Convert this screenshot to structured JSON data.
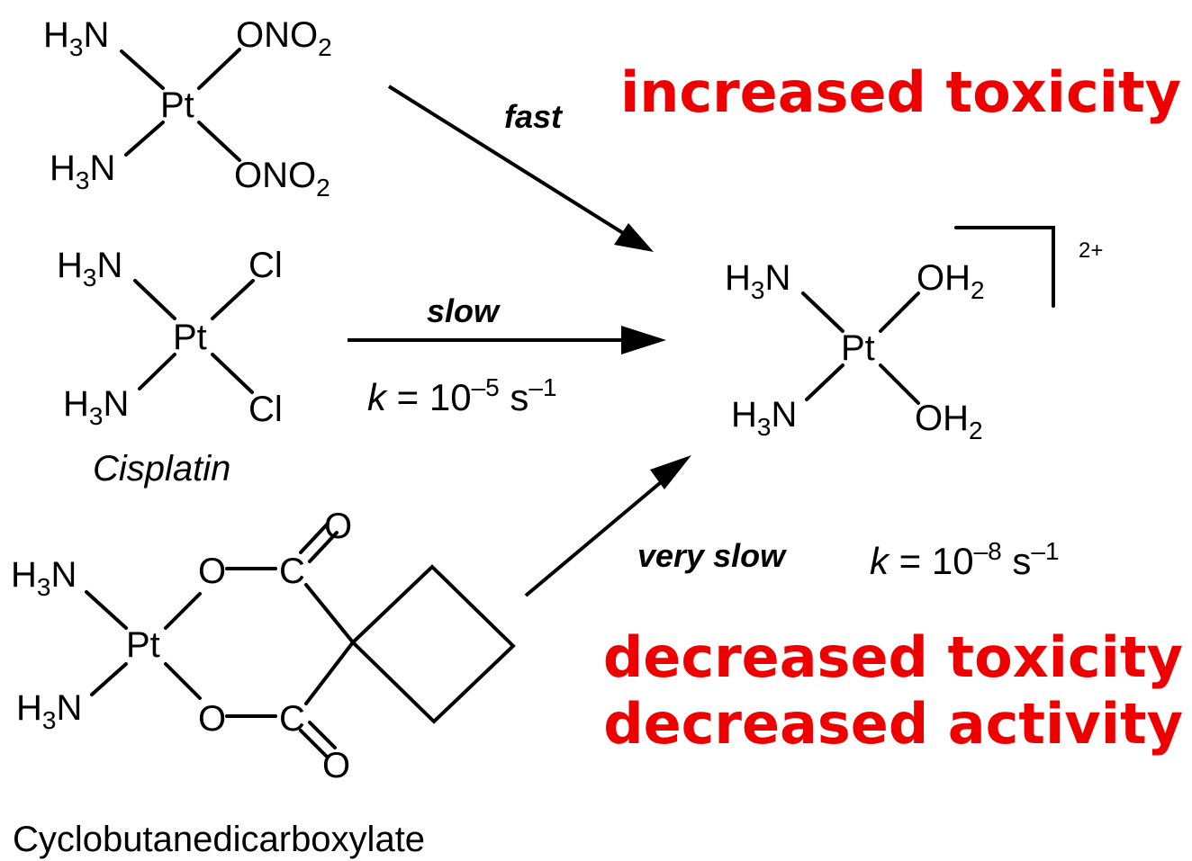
{
  "colors": {
    "effect": "#ee0000",
    "ink": "#000000"
  },
  "atoms": {
    "h3n": "H",
    "h3n_sub": "3",
    "h3n_tail": "N",
    "pt": "Pt",
    "ono": "ONO",
    "ono_sub": "2",
    "cl": "Cl",
    "oh": "OH",
    "oh_sub": "2",
    "o": "O",
    "c": "C",
    "charge": "2+"
  },
  "arrows": {
    "fast": {
      "label": "fast"
    },
    "slow": {
      "label": "slow",
      "k_var": "k",
      "k_eq": " = 10",
      "k_exp": "–5",
      "k_unit": " s",
      "k_unit_exp": "–1"
    },
    "very_slow": {
      "label": "very slow",
      "k_var": "k",
      "k_eq": " = 10",
      "k_exp": "–8",
      "k_unit": " s",
      "k_unit_exp": "–1"
    }
  },
  "compounds": {
    "cisplatin": "Cisplatin",
    "cbdca": "Cyclobutanedicarboxylate"
  },
  "effects": {
    "top": "increased toxicity",
    "bottom_1": "decreased toxicity",
    "bottom_2": "decreased activity"
  }
}
